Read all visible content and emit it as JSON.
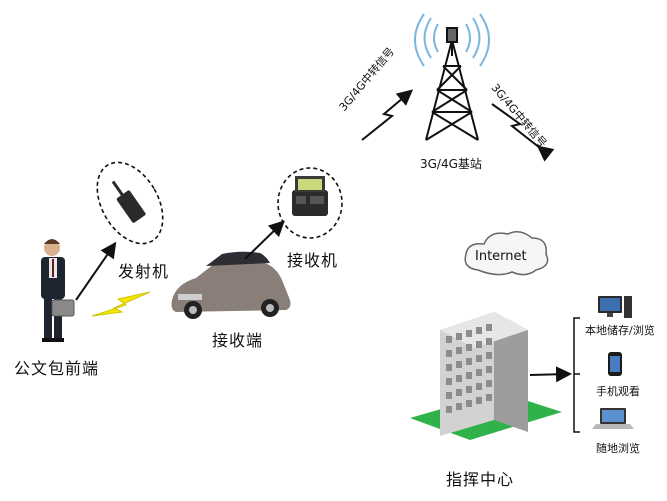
{
  "labels": {
    "briefcase": "公文包前端",
    "transmitter": "发射机",
    "receiver_terminal": "接收端",
    "receiver": "接收机",
    "relay_left": "3G/4G中转信号",
    "relay_right": "3G/4G中转信号",
    "tower": "3G/4G基站",
    "internet": "Internet",
    "command_center": "指挥中心",
    "device_pc": "本地储存/浏览",
    "device_phone": "手机观看",
    "device_laptop": "随地浏览"
  },
  "colors": {
    "line": "#111111",
    "bolt": "#f2e600",
    "ground": "#2fb24a",
    "building": "#c9c9c9",
    "car": "#8a7f78",
    "cloud": "#f6f6f6"
  }
}
